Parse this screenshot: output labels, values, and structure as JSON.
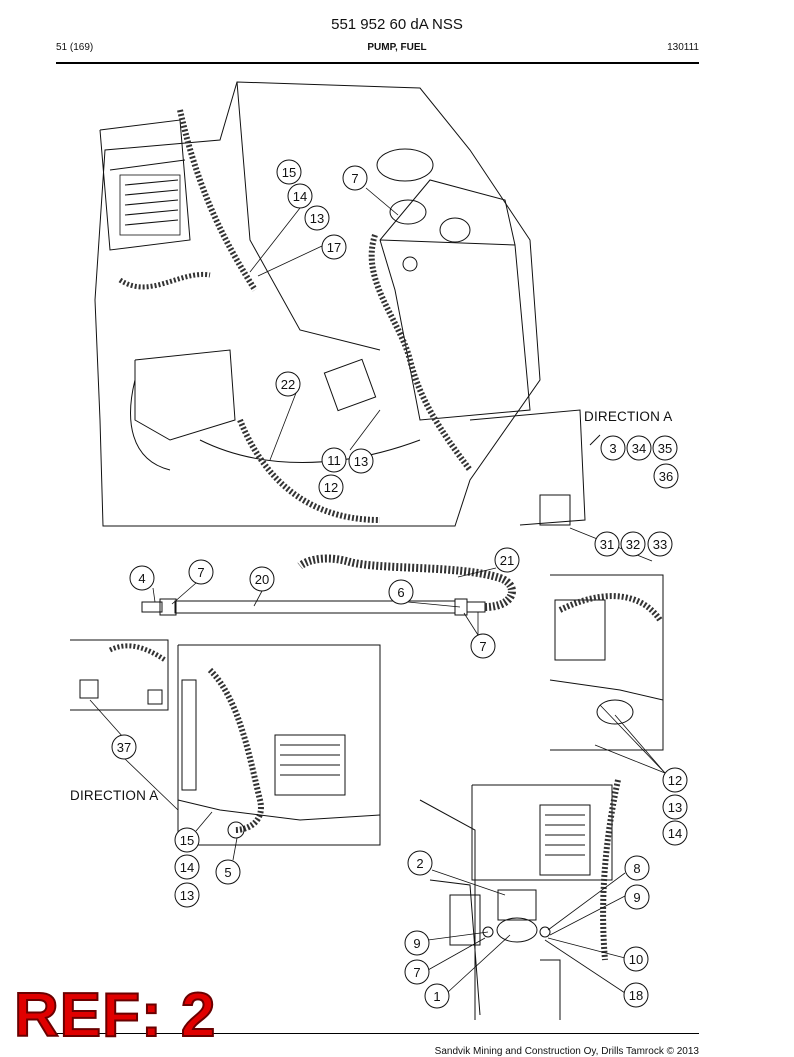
{
  "header": {
    "doc_title": "551 952 60 dA NSS",
    "page_number": "51 (169)",
    "section_title": "PUMP, FUEL",
    "doc_code": "130111"
  },
  "labels": {
    "direction_a_top": "DIRECTION A",
    "direction_a_bottom": "DIRECTION A",
    "ref": "REF: 2"
  },
  "callouts": [
    "15",
    "14",
    "13",
    "7",
    "17",
    "22",
    "11",
    "13",
    "12",
    "3",
    "34",
    "35",
    "36",
    "31",
    "32",
    "33",
    "4",
    "7",
    "20",
    "21",
    "6",
    "7",
    "37",
    "15",
    "14",
    "13",
    "5",
    "12",
    "13",
    "14",
    "2",
    "8",
    "9",
    "9",
    "7",
    "1",
    "10",
    "18"
  ],
  "footer": {
    "copyright": "Sandvik Mining and Construction Oy, Drills Tamrock © 2013"
  },
  "colors": {
    "ref_fill": "#e00000",
    "line": "#111111"
  }
}
